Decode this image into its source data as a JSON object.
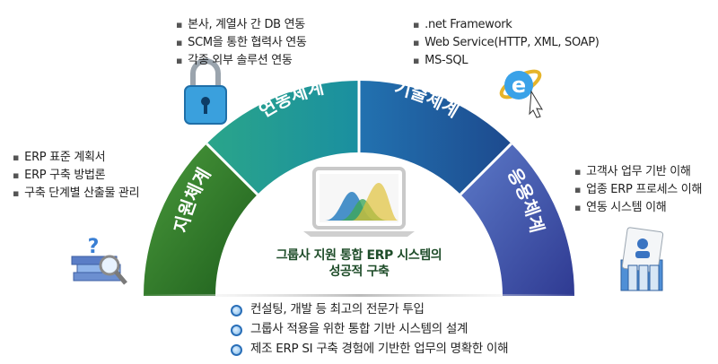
{
  "segments": [
    {
      "label": "지원체계",
      "color": "#2e7d32"
    },
    {
      "label": "연동체계",
      "color": "#1a8f8a"
    },
    {
      "label": "기술체계",
      "color": "#1f4f94"
    },
    {
      "label": "응용체계",
      "color": "#3a4aa5"
    }
  ],
  "center": {
    "line1": "그룹사 지원 통합 ERP 시스템의",
    "line2": "성공적 구축"
  },
  "left_list": [
    "ERP 표준 계획서",
    "ERP 구축 방법론",
    "구축 단계별 산출물 관리"
  ],
  "top_left_list": [
    "본사, 계열사 간 DB 연동",
    "SCM을 통한 협력사 연동",
    "각종 외부 솔루션 연동"
  ],
  "top_right_list": [
    ".net Framework",
    "Web Service(HTTP, XML, SOAP)",
    "MS-SQL"
  ],
  "right_list": [
    "고객사 업무 기반 이해",
    "업종 ERP 프로세스 이해",
    "연동 시스템 이해"
  ],
  "bottom_list": [
    "컨설팅, 개발 등 최고의 전문가 투입",
    "그룹사 적용을 위한 통합 기반 시스템의 설계",
    "제조 ERP SI 구축 경험에 기반한 업무의 명확한 이해"
  ],
  "icons": [
    "padlock-icon",
    "internet-explorer-icon",
    "books-magnifier-icon",
    "id-card-folder-icon",
    "laptop-chart-icon"
  ]
}
